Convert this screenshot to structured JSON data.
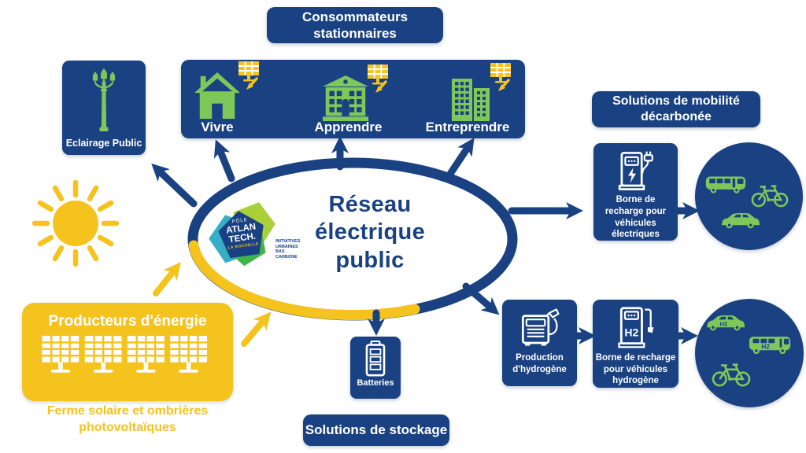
{
  "palette": {
    "navy": "#1A4282",
    "yellow": "#F5C31D",
    "green": "#7EC85A",
    "white": "#FFFFFF"
  },
  "headers": {
    "consumers": "Consommateurs\nstationnaires",
    "mobility": "Solutions de mobilité\ndécarbonée",
    "storage": "Solutions de stockage"
  },
  "center": {
    "title": "Réseau\nélectrique\npublic",
    "logo": {
      "pole": "PÔLE",
      "name1": "ATLAN",
      "name2": "TECH.",
      "city": "LA ROCHELLE",
      "tagline": "INITIATIVES\nURBAINES\nBAS CARBONE"
    }
  },
  "consumers": {
    "items": [
      {
        "label": "Vivre"
      },
      {
        "label": "Apprendre"
      },
      {
        "label": "Entreprendre"
      }
    ]
  },
  "lighting": {
    "label": "Eclairage Public"
  },
  "producers": {
    "title": "Producteurs d'énergie",
    "caption": "Ferme solaire et ombrières\nphotovoltaïques"
  },
  "mobility": {
    "ev_station": "Borne de\nrecharge pour\nvéhicules\nélectriques",
    "h2_production": "Production\nd'hydrogène",
    "h2_station": "Borne de recharge\npour véhicules\nhydrogène",
    "h2": "H2"
  },
  "storage": {
    "battery": "Batteries"
  }
}
